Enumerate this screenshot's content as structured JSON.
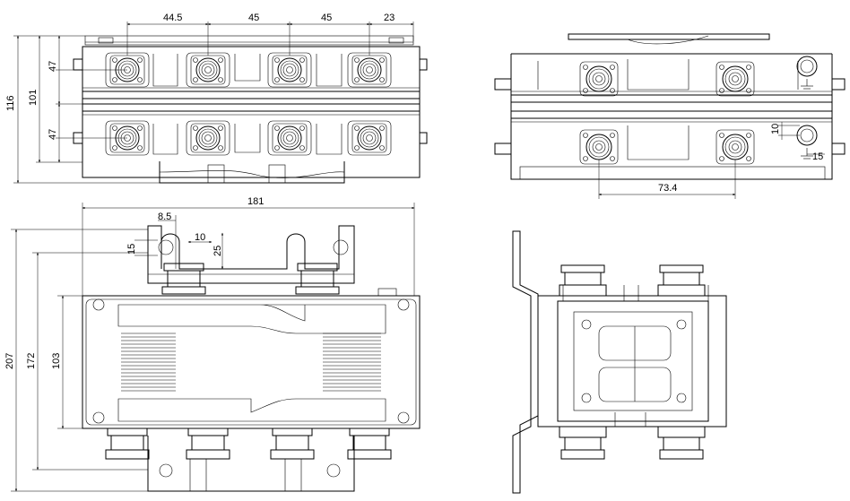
{
  "top_view": {
    "dims": {
      "a": "44.5",
      "b": "45",
      "c": "45",
      "d": "23",
      "h1": "47",
      "h2": "47",
      "h_mid": "101",
      "h_total": "116"
    }
  },
  "side_view": {
    "dims": {
      "gap": "73.4",
      "h": "10",
      "w": "15"
    }
  },
  "front_view": {
    "dims": {
      "width": "181",
      "a": "8.5",
      "b": "10",
      "c": "25",
      "d": "15",
      "h_total": "207",
      "h_mid": "172",
      "h_body": "103"
    }
  }
}
